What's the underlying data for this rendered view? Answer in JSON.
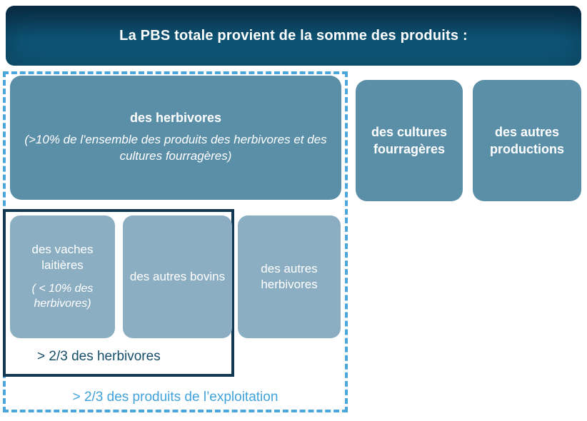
{
  "title_banner": {
    "text": "La PBS totale provient de la somme des produits :"
  },
  "herbivores_box": {
    "title": "des herbivores",
    "subtitle": "(>10% de l'ensemble des produits des herbivores et des cultures fourragères)"
  },
  "side_boxes": [
    {
      "label": "des cultures fourragères"
    },
    {
      "label": "des autres productions"
    }
  ],
  "sub_boxes": [
    {
      "title": "des vaches laitières",
      "note": "( < 10% des herbivores)"
    },
    {
      "label": "des autres bovins"
    },
    {
      "label": "des autres herbivores"
    }
  ],
  "labels": {
    "herbivores_share": "> 2/3 des herbivores",
    "exploitation_share": "> 2/3 des produits de l’exploitation"
  },
  "colors": {
    "header_gradient_top": "#092d45",
    "header_gradient_bottom": "#0f5878",
    "primary_box_fill": "#5b8fa8",
    "secondary_box_fill": "#8caec2",
    "dashed_border": "#4ba6db",
    "solid_border": "#133852",
    "dark_label_text": "#164e69",
    "blue_label_text": "#41a3da",
    "box_text": "#ffffff"
  }
}
